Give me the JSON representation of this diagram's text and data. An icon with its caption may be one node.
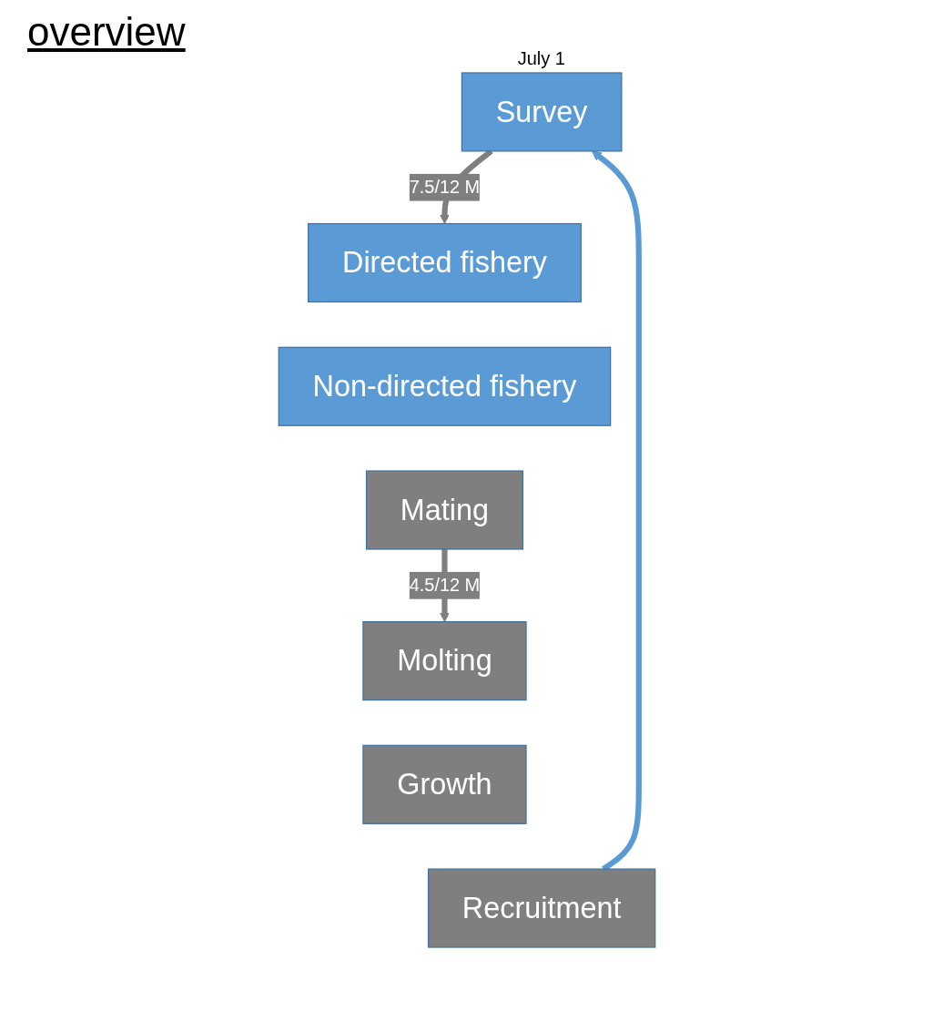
{
  "diagram": {
    "title": "overview",
    "nodes": [
      {
        "text": [
          "Survey"
        ],
        "beside": [
          "July 1"
        ]
      },
      {
        "text": [
          "Directed fishery"
        ]
      },
      {
        "text": [
          "Non-directed fishery"
        ]
      },
      {
        "text": [
          "Mating"
        ]
      },
      {
        "text": [
          "Molting"
        ]
      },
      {
        "text": [
          "Growth"
        ]
      },
      {
        "text": [
          "Recruitment"
        ]
      }
    ],
    "edges": [
      {
        "from": 0,
        "to": 1,
        "arrow": "to",
        "label": "7.5/12 M"
      },
      {
        "from": 3,
        "to": 4,
        "arrow": "to",
        "label": "4.5/12 M"
      },
      {
        "from": 6,
        "to": 0,
        "arrow": "to",
        "color": "#5b9bd5"
      }
    ]
  }
}
